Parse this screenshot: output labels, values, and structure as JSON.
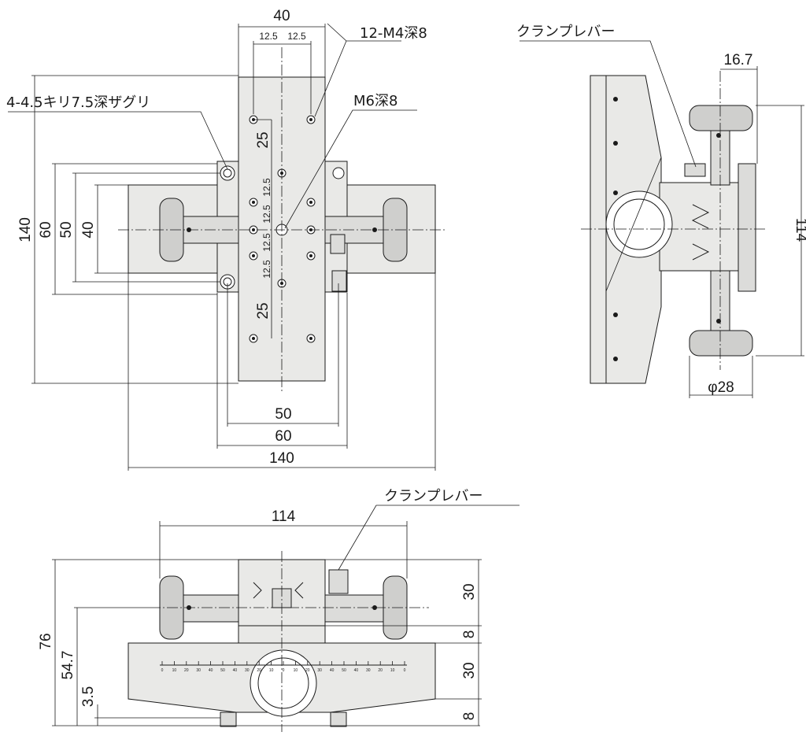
{
  "callouts": {
    "tapped_holes": "12-M4深8",
    "counterbore": "4-4.5キリ7.5深ザグリ",
    "center_tap": "M6深8",
    "clamp_lever_side": "クランプレバー",
    "clamp_lever_front": "クランプレバー"
  },
  "top_view": {
    "dims": {
      "top_width": "40",
      "pitch_a": "12.5",
      "pitch_b": "12.5",
      "left_140": "140",
      "left_60": "60",
      "left_50": "50",
      "left_40": "40",
      "v25_upper": "25",
      "v25_lower": "25",
      "v125_a": "12.5",
      "v125_b": "12.5",
      "v125_c": "12.5",
      "v125_d": "12.5",
      "bottom_50": "50",
      "bottom_60": "60",
      "bottom_140": "140"
    }
  },
  "side_view": {
    "dims": {
      "offset": "16.7",
      "height": "114",
      "knob_dia": "φ28"
    }
  },
  "front_view": {
    "dims": {
      "width": "114",
      "total_height": "76",
      "axis_height": "54.7",
      "foot": "3.5",
      "upper_30": "30",
      "upper_8": "8",
      "lower_30": "30",
      "lower_8": "8"
    },
    "scale_marks": [
      "0",
      "10",
      "20",
      "30",
      "40",
      "50",
      "40",
      "30",
      "20",
      "10",
      "0",
      "10",
      "20",
      "30",
      "40",
      "50",
      "40",
      "30",
      "20",
      "10",
      "0"
    ]
  }
}
